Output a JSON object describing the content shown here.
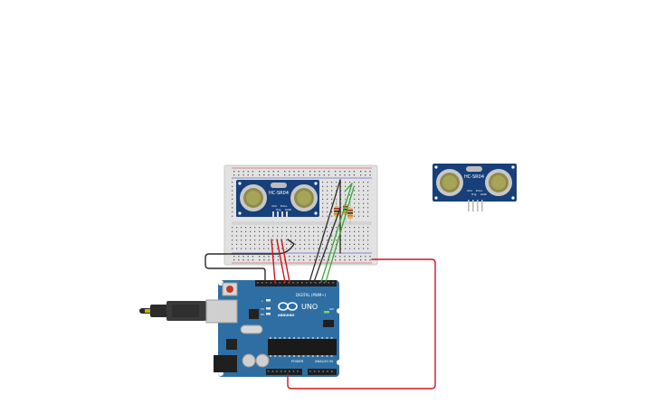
{
  "sensor_left": {
    "model_label": "HC-SR04",
    "pin_labels": [
      "VCC",
      "Trig",
      "Echo",
      "GND"
    ]
  },
  "sensor_right": {
    "model_label": "HC-SR04",
    "pin_labels": [
      "VCC",
      "Trig",
      "Echo",
      "GND"
    ]
  },
  "arduino": {
    "model_label": "UNO",
    "brand_label": "ARDUINO",
    "digital_header_label": "DIGITAL (PWM~)",
    "power_header_label": "POWER",
    "analog_header_label": "ANALOG IN",
    "tx_label": "TX",
    "rx_label": "RX",
    "l_label": "L",
    "on_label": "ON"
  },
  "colors": {
    "board_blue": "#2f6ea2",
    "sensor_blue": "#17407a",
    "wire_red": "#d0141b",
    "wire_black": "#2a2a2a",
    "wire_green": "#3aa53a",
    "breadboard": "#e2e2e2"
  }
}
